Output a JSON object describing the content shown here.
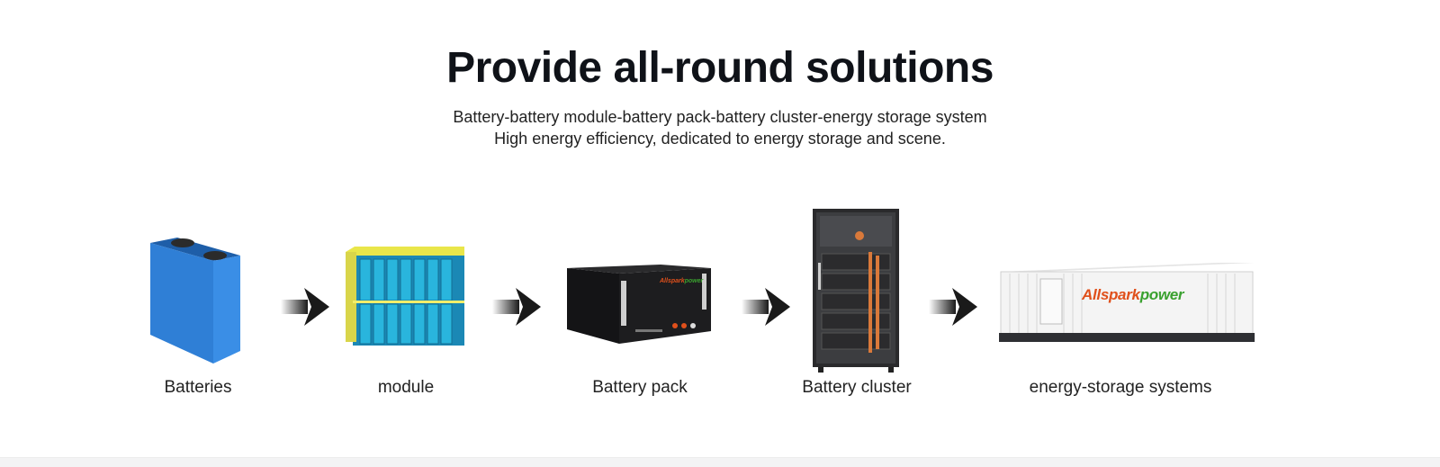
{
  "header": {
    "title": "Provide all-round solutions",
    "subtitle_line1": "Battery-battery module-battery pack-battery cluster-energy storage system",
    "subtitle_line2": "High energy efficiency, dedicated to energy storage and scene."
  },
  "products": [
    {
      "label": "Batteries",
      "icon": "battery-cell-icon"
    },
    {
      "label": "module",
      "icon": "battery-module-icon"
    },
    {
      "label": "Battery pack",
      "icon": "battery-pack-icon"
    },
    {
      "label": "Battery cluster",
      "icon": "battery-cluster-icon"
    },
    {
      "label": "energy-storage systems",
      "icon": "storage-container-icon"
    }
  ],
  "brand": {
    "name_part1": "Allspark",
    "name_part2": "power",
    "color_part1": "#e0501b",
    "color_part2": "#3aa12f"
  },
  "colors": {
    "cell_blue": "#2f7fd6",
    "module_blue": "#1fa2c9",
    "module_yellow": "#e9e64a",
    "pack_black": "#1d1d1f",
    "arrow_dark": "#1a1a1a"
  }
}
